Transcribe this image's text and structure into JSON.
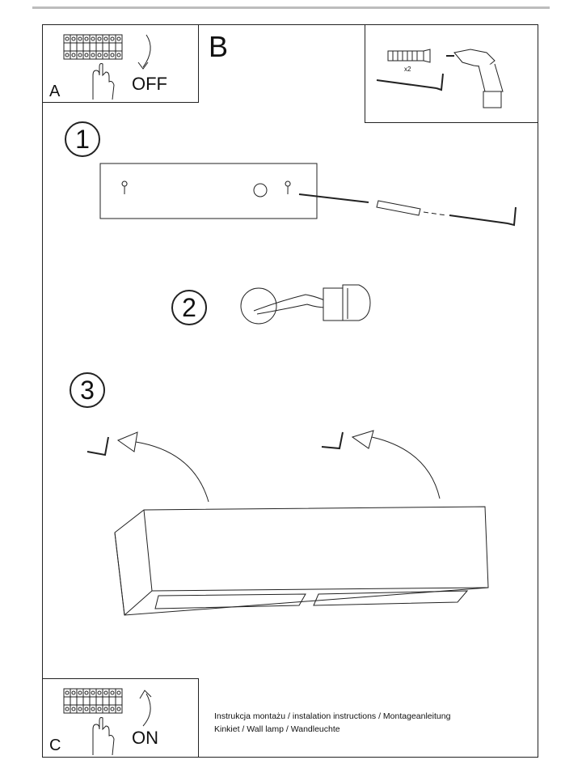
{
  "panel_b": {
    "letter": "B"
  },
  "panel_a": {
    "letter": "A",
    "action": "OFF"
  },
  "panel_c": {
    "letter": "C",
    "action": "ON"
  },
  "tools": {
    "quantity": "x2"
  },
  "steps": [
    "1",
    "2",
    "3"
  ],
  "caption": {
    "line1": "Instrukcja montażu / instalation instructions / Montageanleitung",
    "line2": "Kinkiet / Wall lamp / Wandleuchte"
  }
}
